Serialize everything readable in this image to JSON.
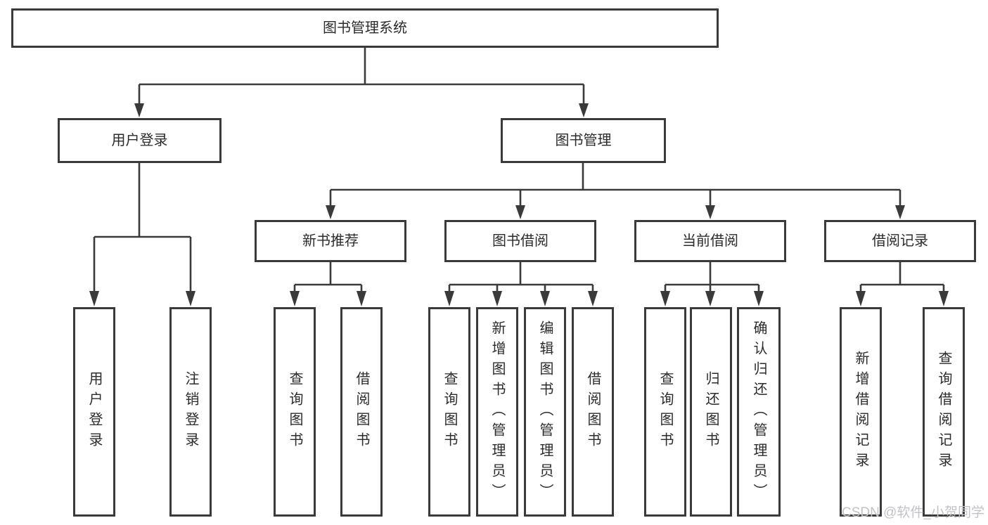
{
  "diagram": {
    "root": {
      "label": "图书管理系统"
    },
    "level2": [
      {
        "label": "用户登录"
      },
      {
        "label": "图书管理"
      }
    ],
    "level3": [
      {
        "label": "新书推荐"
      },
      {
        "label": "图书借阅"
      },
      {
        "label": "当前借阅"
      },
      {
        "label": "借阅记录"
      }
    ],
    "groups": [
      {
        "items": [
          {
            "label": "用户登录"
          },
          {
            "label": "注销登录"
          }
        ]
      },
      {
        "items": [
          {
            "label": "查询图书"
          },
          {
            "label": "借阅图书"
          }
        ]
      },
      {
        "items": [
          {
            "label": "查询图书"
          },
          {
            "label": "新增图书（管理员）"
          },
          {
            "label": "编辑图书（管理员）"
          },
          {
            "label": "借阅图书"
          }
        ]
      },
      {
        "items": [
          {
            "label": "查询图书"
          },
          {
            "label": "归还图书"
          },
          {
            "label": "确认归还（管理员）"
          }
        ]
      },
      {
        "items": [
          {
            "label": "新增借阅记录"
          },
          {
            "label": "查询借阅记录"
          }
        ]
      }
    ],
    "watermark": "CSDN @软件_小贺同学",
    "colors": {
      "line": "#3a3a3a",
      "box_border": "#3a3a3a",
      "background": "#ffffff",
      "text": "#2b2b2b",
      "watermark": "#c3c3c7"
    }
  }
}
